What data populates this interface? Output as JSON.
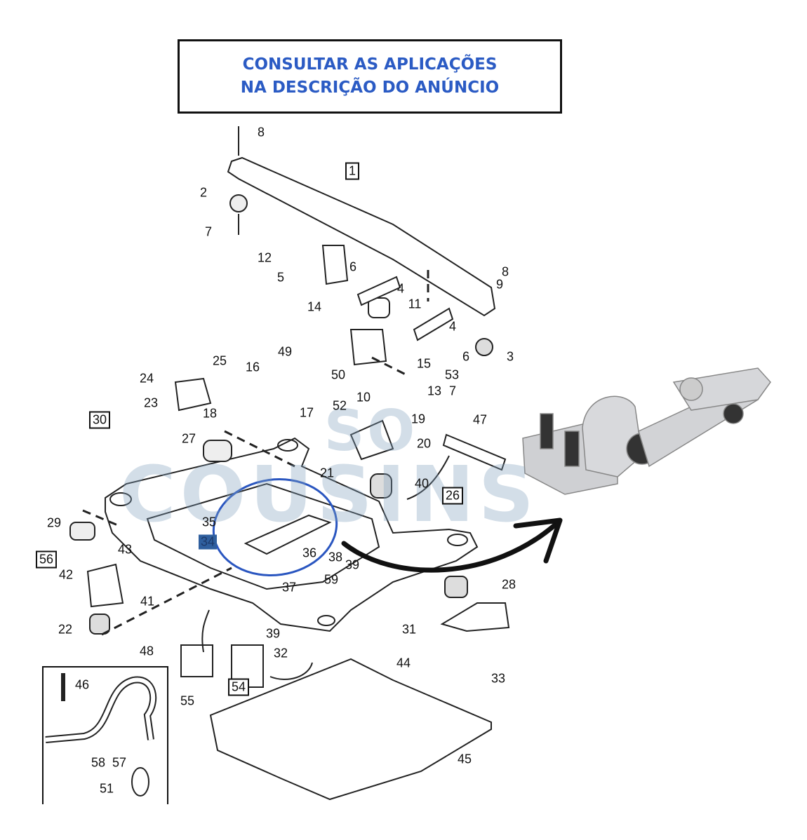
{
  "notice": {
    "line1": "CONSULTAR AS APLICAÇÕES",
    "line2": "NA DESCRIÇÃO DO ANÚNCIO"
  },
  "watermark": {
    "line1": "SO",
    "line2": "COUSINS"
  },
  "callouts": [
    "8",
    "1",
    "2",
    "7",
    "12",
    "5",
    "6",
    "4",
    "8",
    "9",
    "14",
    "11",
    "4",
    "6",
    "3",
    "49",
    "15",
    "53",
    "50",
    "13",
    "7",
    "10",
    "25",
    "24",
    "16",
    "23",
    "18",
    "17",
    "52",
    "19",
    "47",
    "30",
    "27",
    "20",
    "21",
    "40",
    "26",
    "29",
    "35",
    "34",
    "43",
    "36",
    "38",
    "39",
    "56",
    "42",
    "59",
    "28",
    "37",
    "41",
    "22",
    "31",
    "39",
    "48",
    "32",
    "44",
    "46",
    "33",
    "54",
    "55",
    "58",
    "57",
    "45",
    "51"
  ],
  "highlighted_part": "34",
  "colors": {
    "notice_text": "#2b5bc4",
    "circle": "#2a56c0",
    "highlight": "#2f5f9e"
  }
}
